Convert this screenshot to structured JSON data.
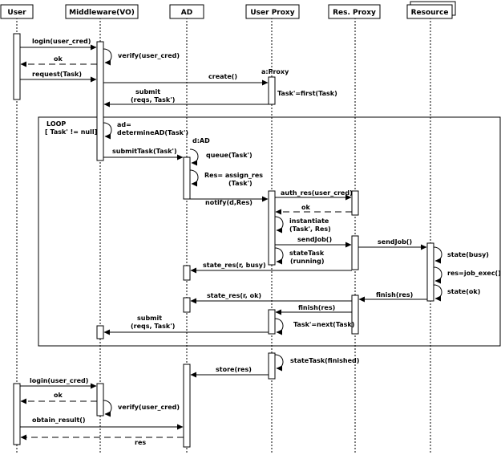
{
  "participants": {
    "user": "User",
    "middleware": "Middleware(VO)",
    "ad": "AD",
    "user_proxy": "User Proxy",
    "res_proxy": "Res. Proxy",
    "resource": "Resource"
  },
  "instances": {
    "proxy": "a:Proxy",
    "ad": "d:AD"
  },
  "loop": {
    "keyword": "LOOP",
    "guard": "[ Task' != null]"
  },
  "messages": {
    "login1": "login(user_cred)",
    "ok1": "ok",
    "verify1": "verify(user_cred)",
    "request": "request(Task)",
    "create": "create()",
    "submit1_a": "submit",
    "submit1_b": "(reqs, Task')",
    "task_first": "Task'=first(Task)",
    "determine_a": "ad=",
    "determine_b": "determineAD(Task')",
    "submit_task": "submitTask(Task')",
    "queue": "queue(Task')",
    "assign_a": "Res= assign_res",
    "assign_b": "(Task')",
    "auth_res": "auth_res(user_cred)",
    "notify": "notify(d,Res)",
    "ok2": "ok",
    "instantiate_a": "instantiate",
    "instantiate_b": "(Task', Res)",
    "send_job1": "sendJob()",
    "send_job2": "sendJob()",
    "state_busy": "state(busy)",
    "state_task_a": "stateTask",
    "state_task_b": "(running)",
    "res_job_exec": "res=job_exec()",
    "state_res_busy": "state_res(r, busy)",
    "state_ok": "state(ok)",
    "finish1": "finish(res)",
    "state_res_ok": "state_res(r, ok)",
    "finish2": "finish(res)",
    "task_next": "Task'=next(Task)",
    "submit2_a": "submit",
    "submit2_b": "(reqs, Task')",
    "state_task_finished": "stateTask(finished)",
    "store": "store(res)",
    "login2": "login(user_cred)",
    "ok3": "ok",
    "verify2": "verify(user_cred)",
    "obtain_result": "obtain_result()",
    "res": "res"
  }
}
